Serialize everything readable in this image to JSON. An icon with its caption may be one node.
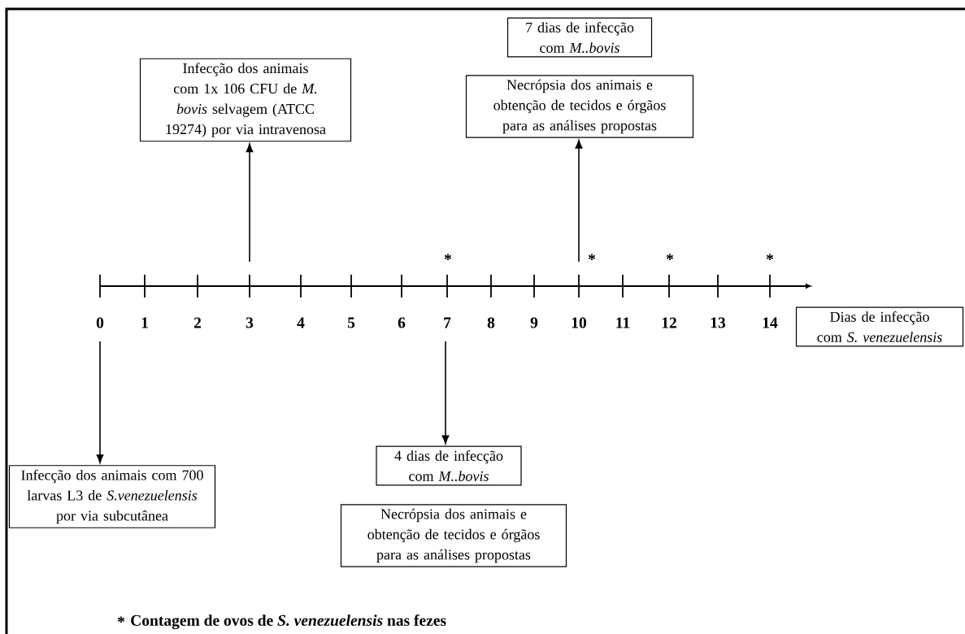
{
  "diagram": {
    "nodes": [
      {
        "text": [
          "Infecção dos animais com 1x 106 CFU de *M. bovis* selvagem (ATCC 19274) por via intravenosa"
        ]
      },
      {
        "text": [
          "7 dias de infecção com *M..bovis*"
        ]
      },
      {
        "text": [
          "Necrópsia dos animais e obtenção de tecidos e órgãos para as análises propostas"
        ]
      },
      {
        "text": [
          "Infecção dos animais com 700 larvas L3 de *S.venezuelensis* por via subcutânea"
        ]
      },
      {
        "text": [
          "4 dias de infecção com *M..bovis*"
        ]
      },
      {
        "text": [
          "Necrópsia dos animais e obtenção de tecidos e órgãos para as análises propostas"
        ]
      },
      {
        "text": [
          "Dias de infecção com *S. venezuelensis*"
        ]
      }
    ],
    "edges": [
      {
        "from": null,
        "to": 0,
        "arrow": "to"
      },
      {
        "from": null,
        "to": 2,
        "arrow": "to"
      },
      {
        "from": null,
        "to": 3,
        "arrow": "to"
      },
      {
        "from": null,
        "to": 4,
        "arrow": "to"
      }
    ],
    "labels": [
      "*",
      "*",
      "*",
      "*",
      "0",
      "1",
      "2",
      "3",
      "4",
      "5",
      "6",
      "7",
      "8",
      "9",
      "10",
      "11",
      "12",
      "13",
      "14",
      "*",
      "Contagem de ovos de *S. venezuelensis* nas fezes"
    ]
  }
}
